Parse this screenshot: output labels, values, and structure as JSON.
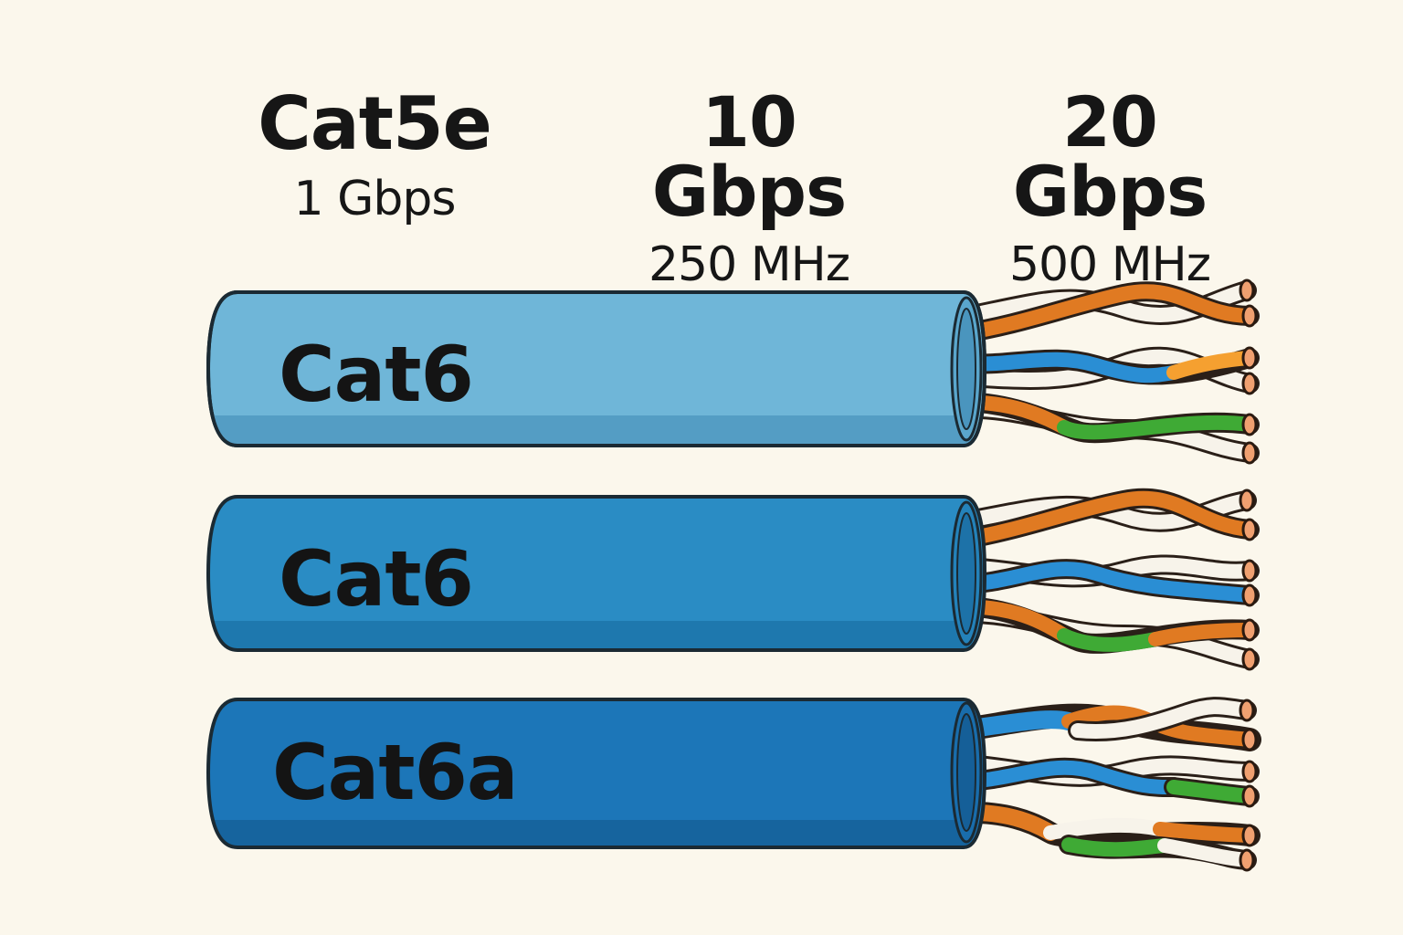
{
  "header": {
    "columns": [
      {
        "title": "Cat5e",
        "subtitle": "1 Gbps"
      },
      {
        "title": "10 Gbps",
        "subtitle": "250 MHz"
      },
      {
        "title": "20 Gbps",
        "subtitle": "500 MHz"
      }
    ]
  },
  "cables": [
    {
      "label": "Cat6",
      "jacket_color": "#6fb6d8",
      "jacket_shade": "#549dc4",
      "pairs": [
        [
          "#ffffff",
          "#e07a22"
        ],
        [
          "#2a8ed4",
          "#f5a030"
        ],
        [
          "#e07a22",
          "#3faa35"
        ]
      ]
    },
    {
      "label": "Cat6",
      "jacket_color": "#2a8cc4",
      "jacket_shade": "#1e78ae",
      "pairs": [
        [
          "#ffffff",
          "#e07a22"
        ],
        [
          "#2a8ed4",
          "#ffffff"
        ],
        [
          "#e07a22",
          "#3faa35"
        ]
      ]
    },
    {
      "label": "Cat6a",
      "jacket_color": "#1c76b8",
      "jacket_shade": "#16649e",
      "pairs": [
        [
          "#2a8ed4",
          "#e07a22"
        ],
        [
          "#ffffff",
          "#3faa35"
        ],
        [
          "#e07a22",
          "#ffffff"
        ]
      ]
    }
  ],
  "colors": {
    "background": "#fbf7ec",
    "outline": "#1b2a33",
    "text": "#161616",
    "wire_orange": "#e07a22",
    "wire_blue": "#2a8ed4",
    "wire_green": "#3faa35",
    "wire_white": "#f7f3ea",
    "copper": "#f0a070"
  }
}
